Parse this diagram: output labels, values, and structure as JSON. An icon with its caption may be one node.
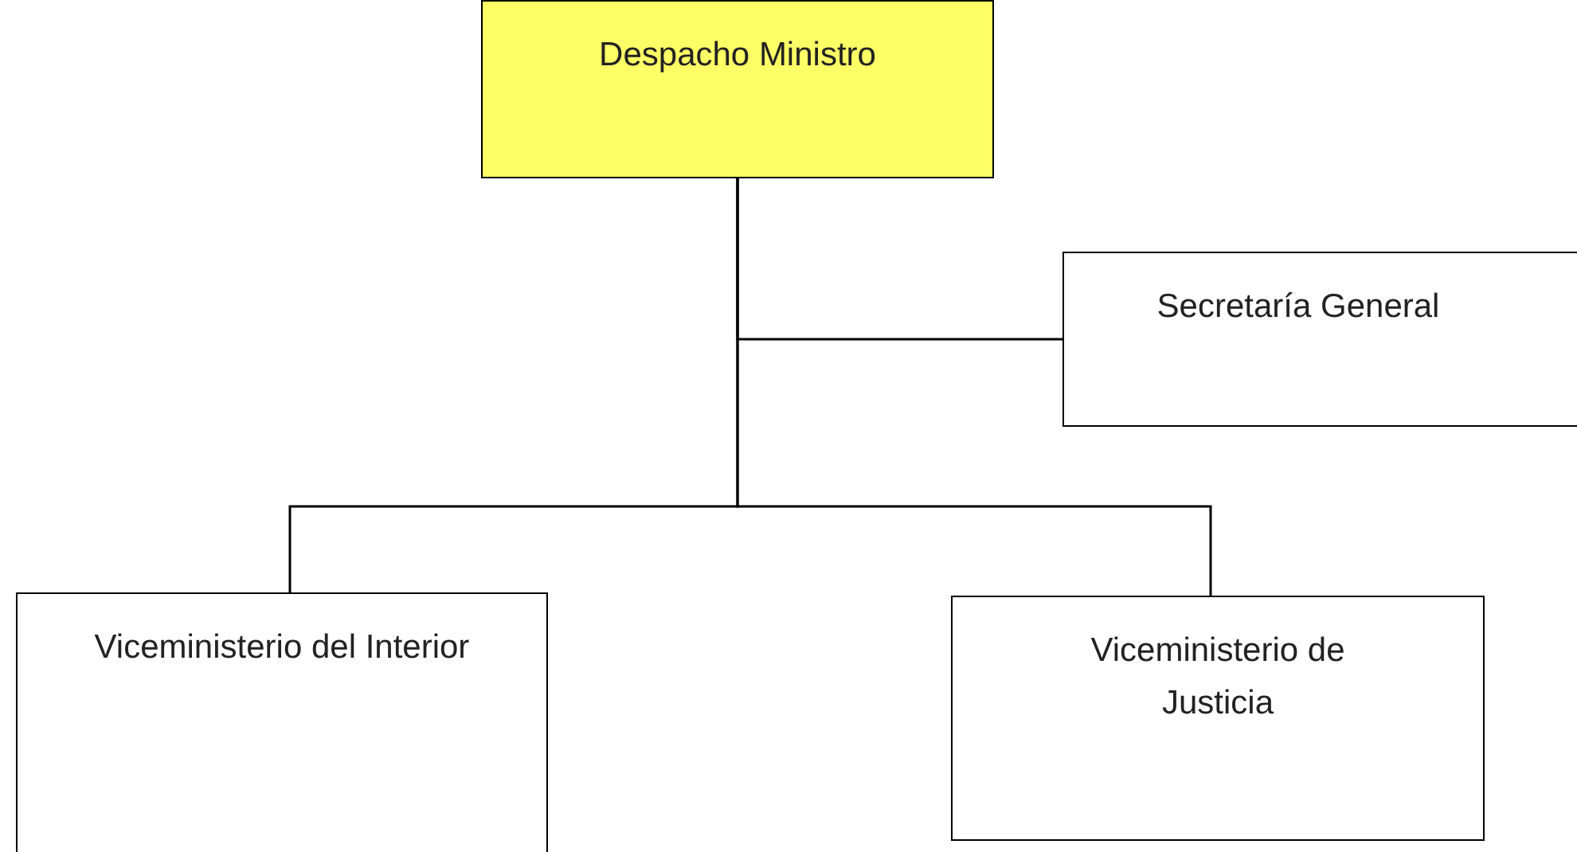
{
  "diagram": {
    "nodes": [
      {
        "text": [
          "Despacho Ministro"
        ]
      },
      {
        "text": [
          "Secretaría General"
        ]
      },
      {
        "text": [
          "Viceministerio del Interior"
        ]
      },
      {
        "text": [
          "Viceministerio de Justicia"
        ]
      }
    ],
    "edges": [
      {
        "from": 0,
        "to": 1,
        "arrow": "none"
      },
      {
        "from": 0,
        "to": 2,
        "arrow": "none"
      },
      {
        "from": 0,
        "to": 3,
        "arrow": "none"
      }
    ]
  }
}
